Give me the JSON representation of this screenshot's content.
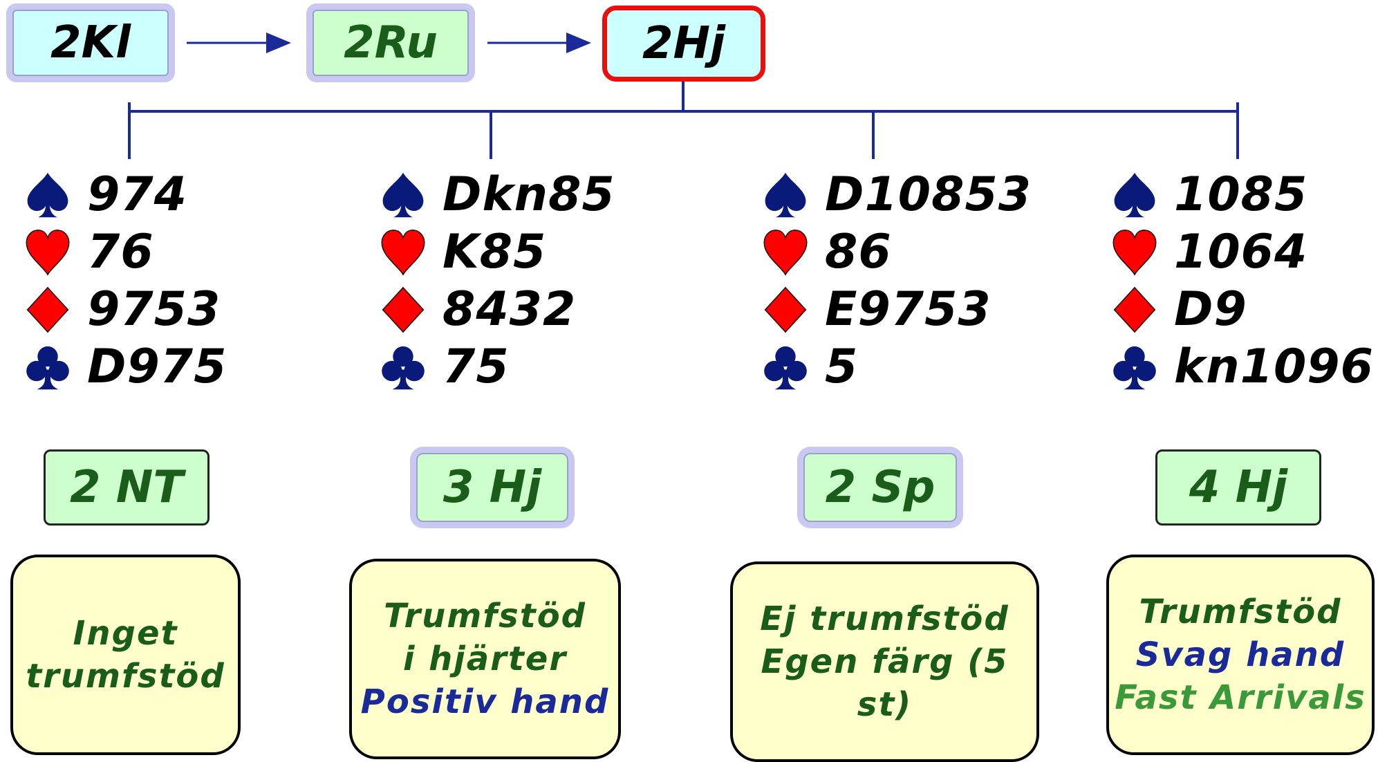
{
  "sequence": [
    {
      "label": "2Kl",
      "color": "#ccffff"
    },
    {
      "label": "2Ru",
      "color": "#ccffcc"
    },
    {
      "label": "2Hj",
      "color": "#ccffff",
      "highlight_color": "#e80f0f"
    }
  ],
  "colors": {
    "spade": "#0a1a7a",
    "heart": "#ff0000",
    "diamond": "#ff0000",
    "club": "#0a1a7a",
    "line": "#1a2a9a",
    "dark_green": "#1a5c1a",
    "blue": "#1a2a9a",
    "light_green": "#3a9a3a",
    "desc_bg": "#ffffcc",
    "resp_bg": "#ccffcc"
  },
  "hands": [
    {
      "spades": "974",
      "hearts": "76",
      "diamonds": "9753",
      "clubs": "D975"
    },
    {
      "spades": "Dkn85",
      "hearts": "K85",
      "diamonds": "8432",
      "clubs": "75"
    },
    {
      "spades": "D10853",
      "hearts": "86",
      "diamonds": "E9753",
      "clubs": "5"
    },
    {
      "spades": "1085",
      "hearts": "1064",
      "diamonds": "D9",
      "clubs": "kn1096"
    }
  ],
  "responses": [
    {
      "bid": "2 NT"
    },
    {
      "bid": "3 Hj"
    },
    {
      "bid": "2 Sp"
    },
    {
      "bid": "4 Hj"
    }
  ],
  "descriptions": [
    {
      "lines": [
        {
          "text": "Inget",
          "color": "dark_green"
        },
        {
          "text": "trumfstöd",
          "color": "dark_green"
        }
      ]
    },
    {
      "lines": [
        {
          "text": "Trumfstöd",
          "color": "dark_green"
        },
        {
          "text": "i hjärter",
          "color": "dark_green"
        },
        {
          "text": "Positiv hand",
          "color": "blue"
        }
      ]
    },
    {
      "lines": [
        {
          "text": "Ej trumfstöd",
          "color": "dark_green"
        },
        {
          "text": "Egen färg (5 st)",
          "color": "dark_green"
        }
      ]
    },
    {
      "lines": [
        {
          "text": "Trumfstöd",
          "color": "dark_green"
        },
        {
          "text": "Svag hand",
          "color": "blue"
        },
        {
          "text": "Fast Arrivals",
          "color": "light_green"
        }
      ]
    }
  ]
}
